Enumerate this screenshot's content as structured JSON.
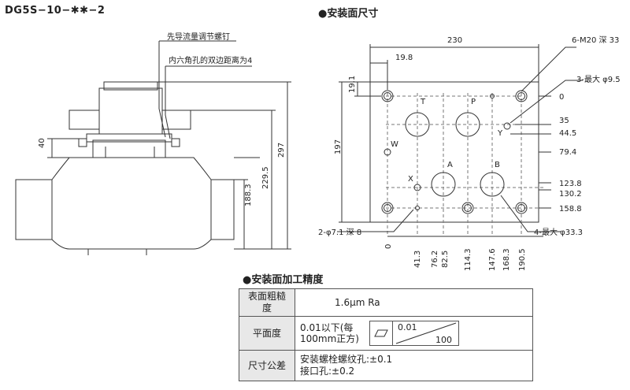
{
  "model_title": "DG5S−10−✱✱−2",
  "side_view": {
    "annotations": {
      "pilot_adjust_screw": "先导流量调节螺钉",
      "hex_socket": "内六角孔的双边距离为4"
    },
    "dims": {
      "d40": "40",
      "d188_3": "188.3",
      "d229_5": "229.5",
      "d297": "297"
    }
  },
  "mounting": {
    "heading": "●安装面尺寸",
    "dims": {
      "w230": "230",
      "w19_8": "19.8",
      "h197": "197",
      "h19_1": "19.1"
    },
    "callouts": {
      "m20": "6-M20 深 33",
      "max95": "3-最大 φ9.5",
      "d71": "2-φ7.1 深 8",
      "max333": "4-最大 φ33.3"
    },
    "port_labels": {
      "T": "T",
      "P": "P",
      "W": "W",
      "X": "X",
      "Y": "Y",
      "A": "A",
      "B": "B"
    },
    "y_scale": [
      "0",
      "35",
      "44.5",
      "79.4",
      "123.8",
      "130.2",
      "158.8"
    ],
    "x_scale": [
      "0",
      "41.3",
      "76.2",
      "82.5",
      "114.3",
      "147.6",
      "168.3",
      "190.5"
    ]
  },
  "precision": {
    "heading": "●安装面加工精度",
    "rows": [
      {
        "head": "表面粗糙度",
        "value": "1.6μm Ra"
      },
      {
        "head": "平面度",
        "value": "0.01以下(每100mm正方)",
        "sym_top": "0.01",
        "sym_bottom": "100"
      },
      {
        "head": "尺寸公差",
        "value_1": "安装螺栓螺纹孔:±0.1",
        "value_2": "接口孔:±0.2"
      }
    ]
  }
}
